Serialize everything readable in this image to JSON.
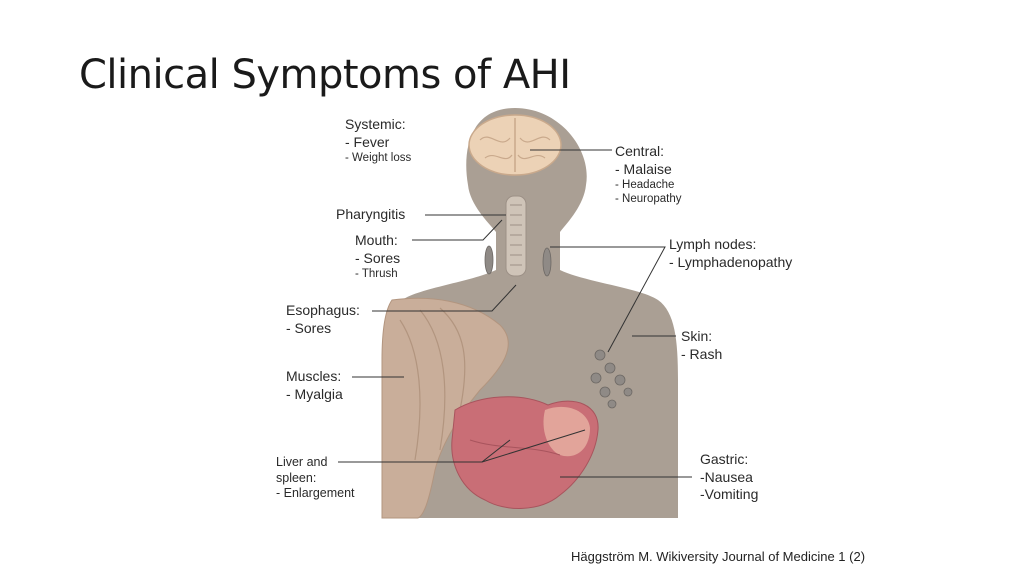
{
  "title": "Clinical Symptoms of AHI",
  "citation": "Häggström M. Wikiversity Journal of Medicine 1 (2)",
  "labels": {
    "systemic": {
      "heading": "Systemic:",
      "items": [
        "- Fever",
        "- Weight loss"
      ]
    },
    "central": {
      "heading": "Central:",
      "items": [
        "- Malaise",
        "- Headache",
        "- Neuropathy"
      ]
    },
    "pharyngitis": "Pharyngitis",
    "mouth": {
      "heading": "Mouth:",
      "items": [
        "- Sores",
        "- Thrush"
      ]
    },
    "lymph": {
      "heading": "Lymph nodes:",
      "items": [
        "- Lymphadenopathy"
      ]
    },
    "esophagus": {
      "heading": "Esophagus:",
      "items": [
        "- Sores"
      ]
    },
    "skin": {
      "heading": "Skin:",
      "items": [
        "- Rash"
      ]
    },
    "muscles": {
      "heading": "Muscles:",
      "items": [
        "- Myalgia"
      ]
    },
    "liver": {
      "heading": "Liver and",
      "heading2": "spleen:",
      "items": [
        "- Enlargement"
      ]
    },
    "gastric": {
      "heading": "Gastric:",
      "items": [
        "-Nausea",
        "-Vomiting"
      ]
    }
  },
  "colors": {
    "body": "#aa9f94",
    "brain": "#ecd2b6",
    "muscle": "#c9ae9a",
    "organ": "#c96e76",
    "leader": "#333333"
  }
}
